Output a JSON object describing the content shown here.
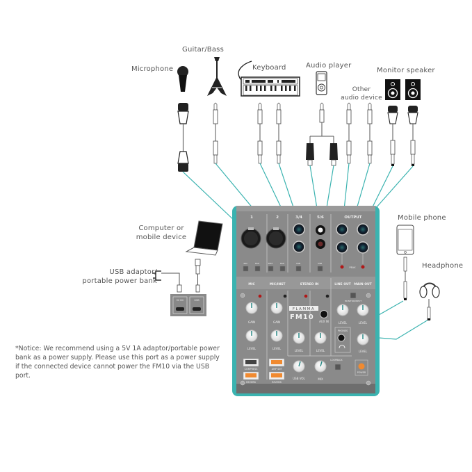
{
  "devices": {
    "microphone": "Microphone",
    "guitar_bass": "Guitar/Bass",
    "keyboard": "Keyboard",
    "audio_player": "Audio player",
    "other_audio_device_line1": "Other",
    "other_audio_device_line2": "audio device",
    "monitor_speaker": "Monitor speaker",
    "computer_line1": "Computer or",
    "computer_line2": "mobile device",
    "usb_adaptor_line1": "USB adaptor/",
    "usb_adaptor_line2": "portable power bank",
    "mobile_phone": "Mobile phone",
    "headphone": "Headphone"
  },
  "notice": "*Notice: We recommend using a 5V 1A adaptor/portable power bank as a power supply. Please use this port as a power supply if the connected device cannot power the FM10 via the USB port.",
  "usb_ports": {
    "power": "5V DC",
    "data": "USB"
  },
  "mixer": {
    "brand": "FLAMMA",
    "model": "FM10",
    "input_channels": {
      "ch1": "1",
      "ch2": "2",
      "ch34": "3/4",
      "ch56": "5/6",
      "output": "OUTPUT"
    },
    "switches": {
      "48v": "48V",
      "pad": "PAD",
      "inst": "INST",
      "pad2": "PAD",
      "usb34": "USB",
      "usb56": "USB"
    },
    "pk": "PEAK",
    "sections": {
      "mic": "MIC",
      "mic_inst": "MIC/INST",
      "stereo_in": "STEREO IN",
      "line_out": "LINE OUT",
      "main_out": "MAIN OUT"
    },
    "peak": "PEAK",
    "knobs": {
      "gain": "GAIN",
      "level": "LEVEL",
      "usb_vol": "USB VOL",
      "mix": "MIX"
    },
    "aux_in": "AUX IN",
    "phones": "PHONES",
    "monitor_input": "MONITOR/INPUT",
    "buttons": {
      "compress": "COMPRESS",
      "reverb": "REVERB",
      "ampsim": "AMP SIM",
      "reverb2": "REVERB",
      "loopback": "LOOPBACK",
      "power": "POWER"
    }
  },
  "colors": {
    "teal": "#3bb3b0",
    "panel": "#8a8a8a",
    "orange": "#f08a30",
    "peak_red": "#b01818"
  }
}
